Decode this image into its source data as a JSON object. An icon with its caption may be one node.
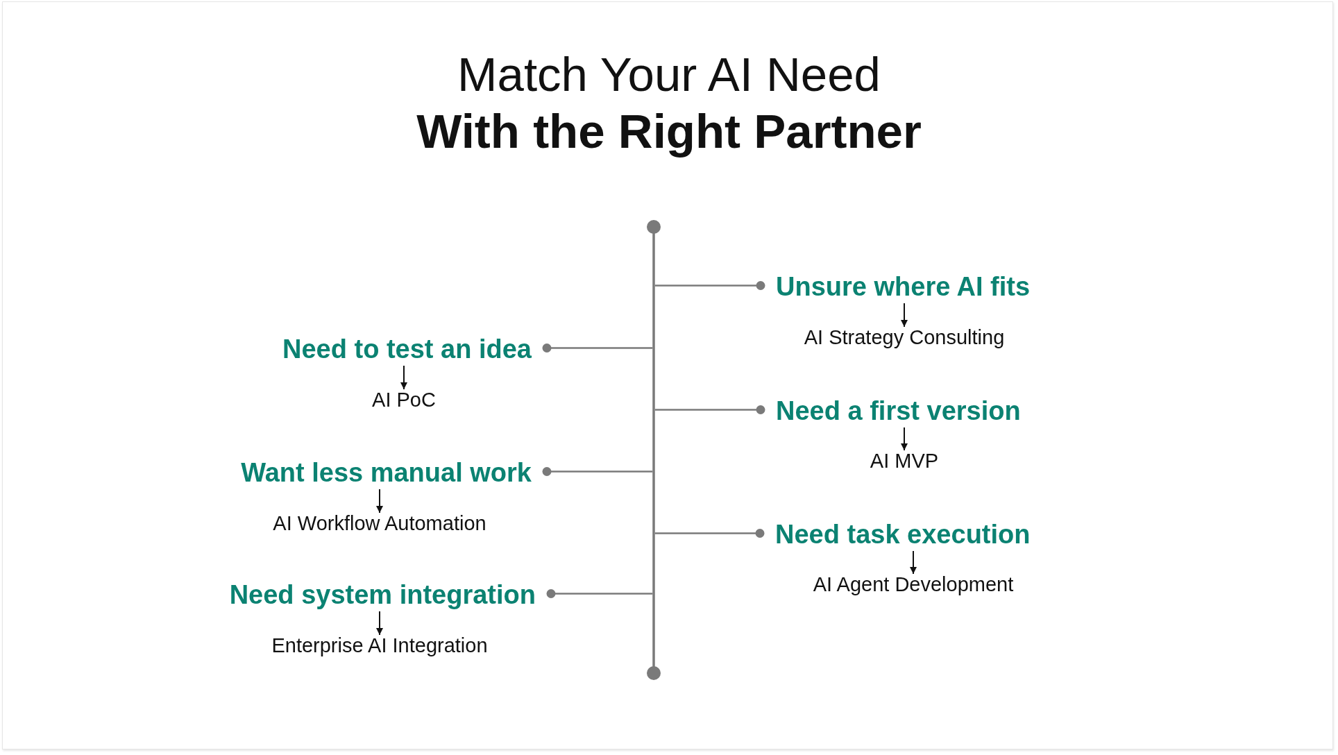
{
  "diagram": {
    "title": "Match Your AI Need **With the Right Partner**",
    "nodes": [
      {
        "text": [],
        "shape": "line"
      },
      {
        "text": [
          "Unsure where AI fits"
        ]
      },
      {
        "text": [
          "AI Strategy Consulting"
        ]
      },
      {
        "text": [
          "Need to test an idea"
        ]
      },
      {
        "text": [
          "AI PoC"
        ]
      },
      {
        "text": [
          "Need a first version"
        ]
      },
      {
        "text": [
          "AI MVP"
        ]
      },
      {
        "text": [
          "Want less manual work"
        ]
      },
      {
        "text": [
          "AI Workflow Automation"
        ]
      },
      {
        "text": [
          "Need task execution"
        ]
      },
      {
        "text": [
          "AI Agent Development"
        ]
      },
      {
        "text": [
          "Need system integration"
        ]
      },
      {
        "text": [
          "Enterprise AI Integration"
        ]
      }
    ],
    "edges": [
      {
        "from": 0,
        "to": 1,
        "arrow": "other"
      },
      {
        "from": 1,
        "to": 2,
        "arrow": "to",
        "color": "#111111"
      },
      {
        "from": 0,
        "to": 3,
        "arrow": "other"
      },
      {
        "from": 3,
        "to": 4,
        "arrow": "to",
        "color": "#111111"
      },
      {
        "from": 0,
        "to": 5,
        "arrow": "other"
      },
      {
        "from": 5,
        "to": 6,
        "arrow": "to",
        "color": "#111111"
      },
      {
        "from": 0,
        "to": 7,
        "arrow": "other"
      },
      {
        "from": 7,
        "to": 8,
        "arrow": "to",
        "color": "#111111"
      },
      {
        "from": 0,
        "to": 9,
        "arrow": "other"
      },
      {
        "from": 9,
        "to": 10,
        "arrow": "to",
        "color": "#111111"
      },
      {
        "from": 0,
        "to": 11,
        "arrow": "other"
      },
      {
        "from": 11,
        "to": 12,
        "arrow": "to",
        "color": "#111111"
      }
    ]
  }
}
